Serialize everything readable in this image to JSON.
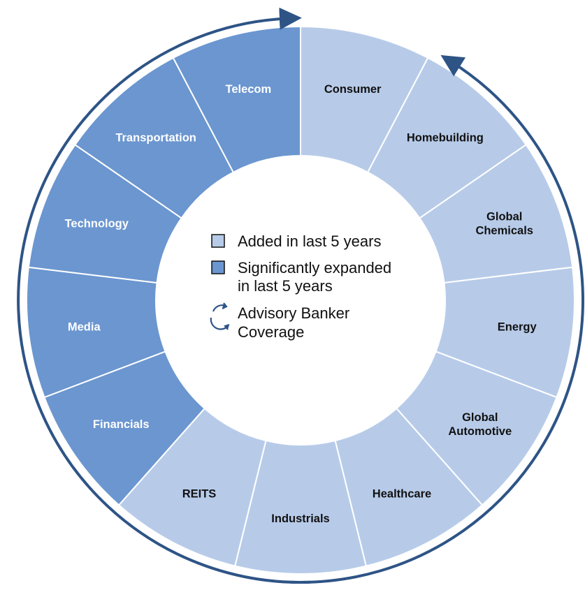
{
  "colors": {
    "added": "#b7cbe9",
    "expanded": "#6b96d0",
    "label_on_added": "#111111",
    "label_on_expanded": "#ffffff",
    "ring_arrow": "#2e5486",
    "divider": "#ffffff"
  },
  "segments": [
    {
      "lines": [
        "Consumer"
      ],
      "status": "added"
    },
    {
      "lines": [
        "Homebuilding"
      ],
      "status": "added"
    },
    {
      "lines": [
        "Global",
        "Chemicals"
      ],
      "status": "added"
    },
    {
      "lines": [
        "Energy"
      ],
      "status": "added"
    },
    {
      "lines": [
        "Global",
        "Automotive"
      ],
      "status": "added"
    },
    {
      "lines": [
        "Healthcare"
      ],
      "status": "added"
    },
    {
      "lines": [
        "Industrials"
      ],
      "status": "added"
    },
    {
      "lines": [
        "REITS"
      ],
      "status": "added"
    },
    {
      "lines": [
        "Financials"
      ],
      "status": "expanded"
    },
    {
      "lines": [
        "Media"
      ],
      "status": "expanded"
    },
    {
      "lines": [
        "Technology"
      ],
      "status": "expanded"
    },
    {
      "lines": [
        "Transportation"
      ],
      "status": "expanded"
    },
    {
      "lines": [
        "Telecom"
      ],
      "status": "expanded"
    }
  ],
  "legend": {
    "added": "Added in last 5 years",
    "expanded_line1": "Significantly expanded",
    "expanded_line2": "in last 5 years",
    "coverage_line1": "Advisory Banker",
    "coverage_line2": "Coverage",
    "coverage_icon": "refresh-arrows-icon"
  }
}
